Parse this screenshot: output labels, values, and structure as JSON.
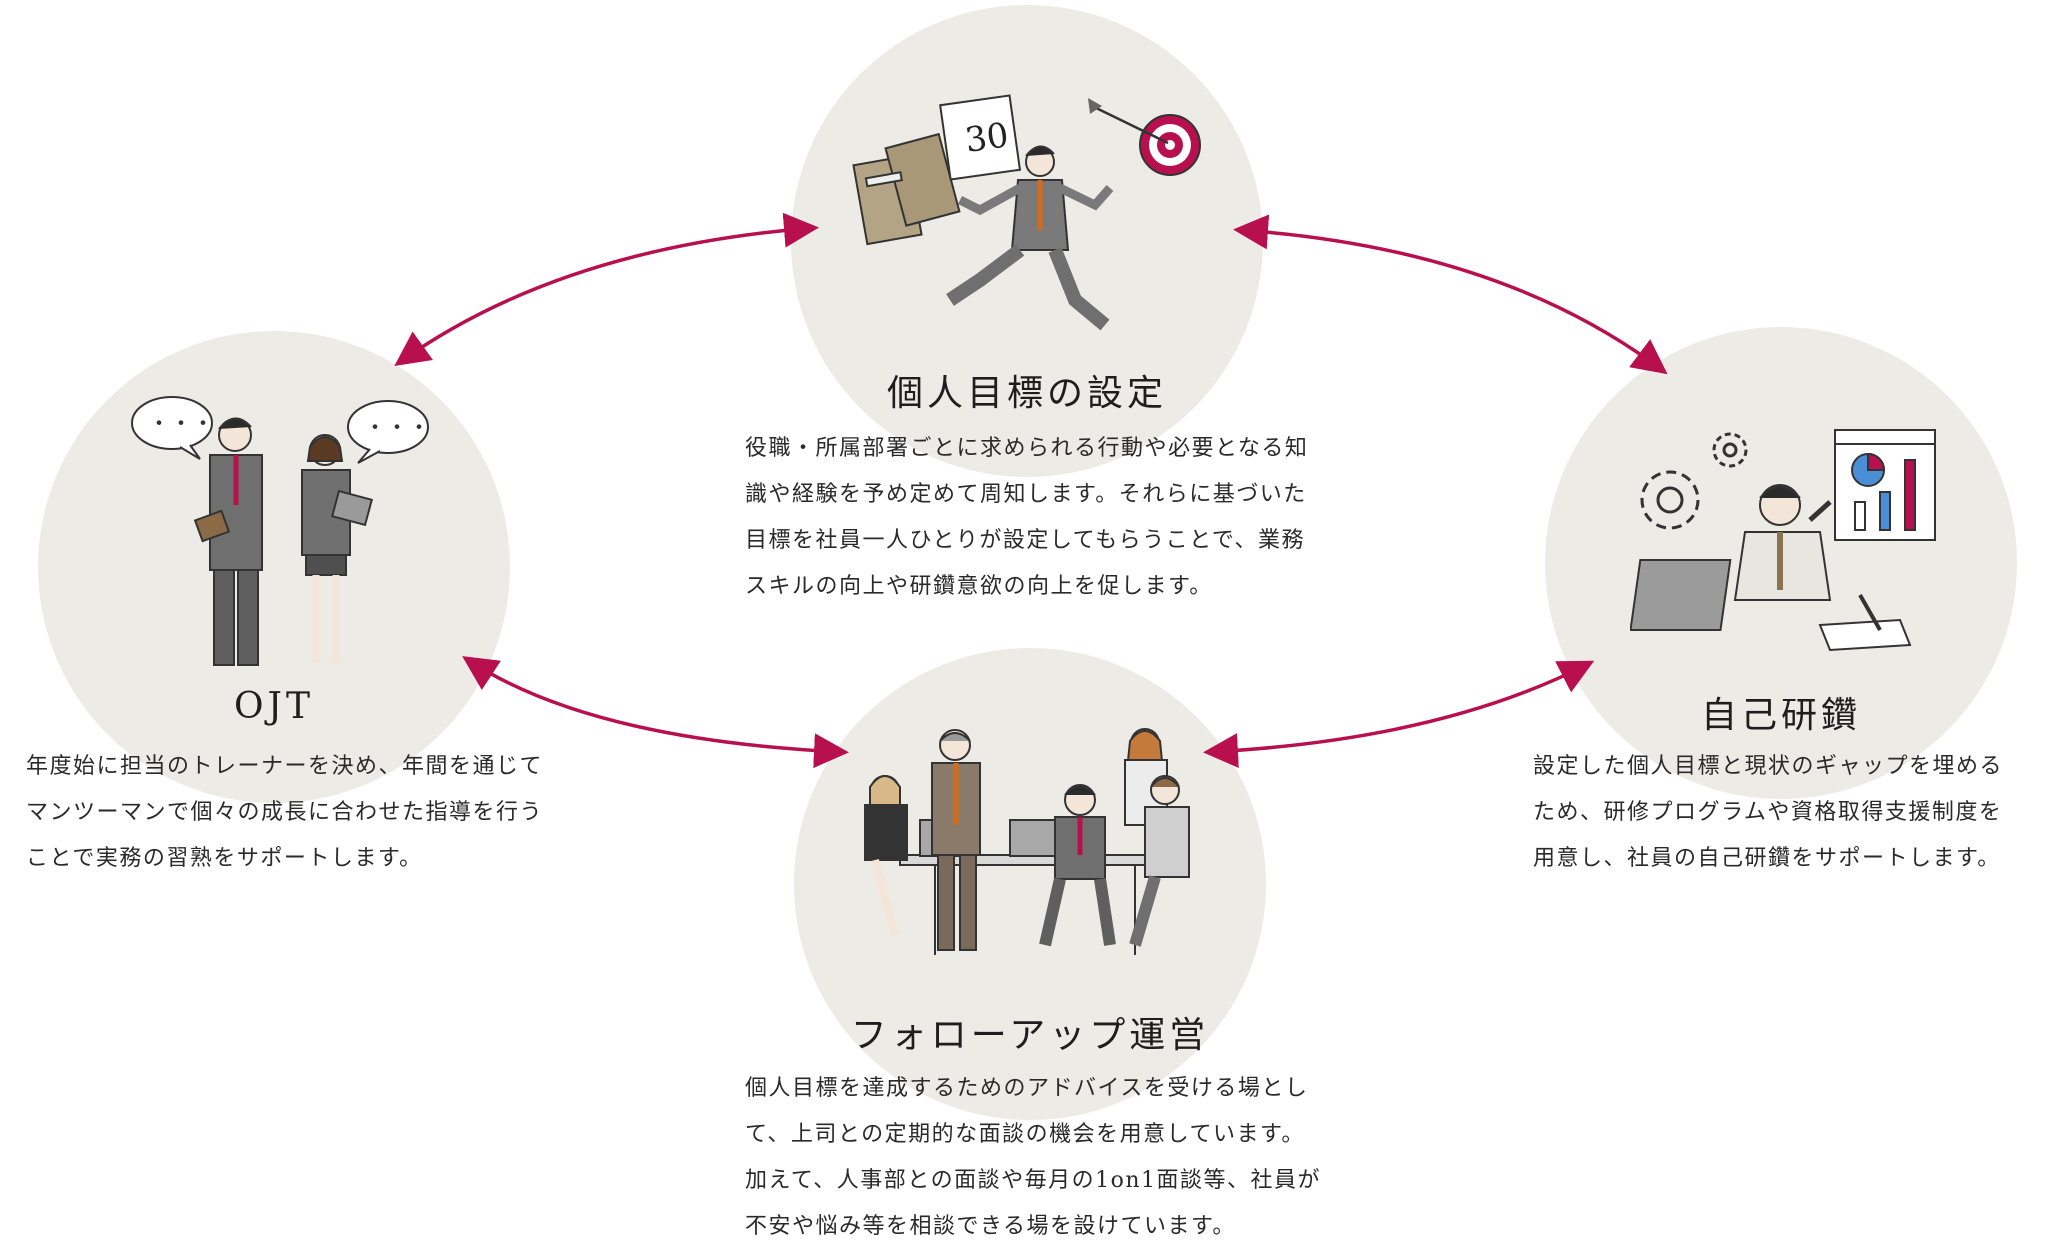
{
  "colors": {
    "accent": "#b8104f",
    "circle": "#edebe6",
    "text": "#2a2a2a"
  },
  "top": {
    "title": "個人目標の設定",
    "lines": [
      "役職・所属部署ごとに求められる行動や必要となる知",
      "識や経験を予め定めて周知します。それらに基づいた",
      "目標を社員一人ひとりが設定してもらうことで、業務",
      "スキルの向上や研鑽意欲の向上を促します。"
    ],
    "calendar_number": "30"
  },
  "left": {
    "title": "OJT",
    "lines": [
      "年度始に担当のトレーナーを決め、年間を通じて",
      "マンツーマンで個々の成長に合わせた指導を行う",
      "ことで実務の習熟をサポートします。"
    ],
    "bubble_text": "・・・"
  },
  "right": {
    "title": "自己研鑽",
    "lines": [
      "設定した個人目標と現状のギャップを埋める",
      "ため、研修プログラムや資格取得支援制度を",
      "用意し、社員の自己研鑽をサポートします。"
    ]
  },
  "bottom": {
    "title": "フォローアップ運営",
    "lines": [
      "個人目標を達成するためのアドバイスを受ける場とし",
      "て、上司との定期的な面談の機会を用意しています。",
      "加えて、人事部との面談や毎月の1on1面談等、社員が",
      "不安や悩み等を相談できる場を設けています。"
    ]
  }
}
